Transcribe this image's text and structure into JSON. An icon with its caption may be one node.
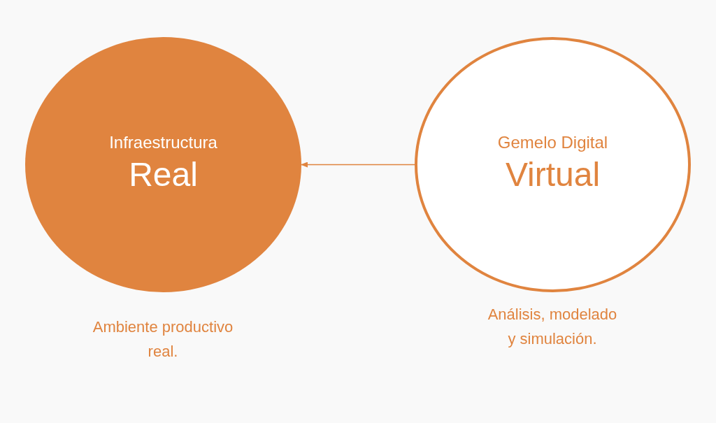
{
  "diagram": {
    "nodes": [
      {
        "text": [
          "Infraestructura",
          "Real"
        ],
        "beside": [
          "Ambiente productivo real."
        ]
      },
      {
        "text": [
          "Gemelo Digital",
          "Virtual"
        ],
        "beside": [
          "Análisis, modelado y simulación."
        ]
      }
    ],
    "edges": [
      {
        "from": 1,
        "to": 0,
        "arrow": "to"
      }
    ]
  }
}
